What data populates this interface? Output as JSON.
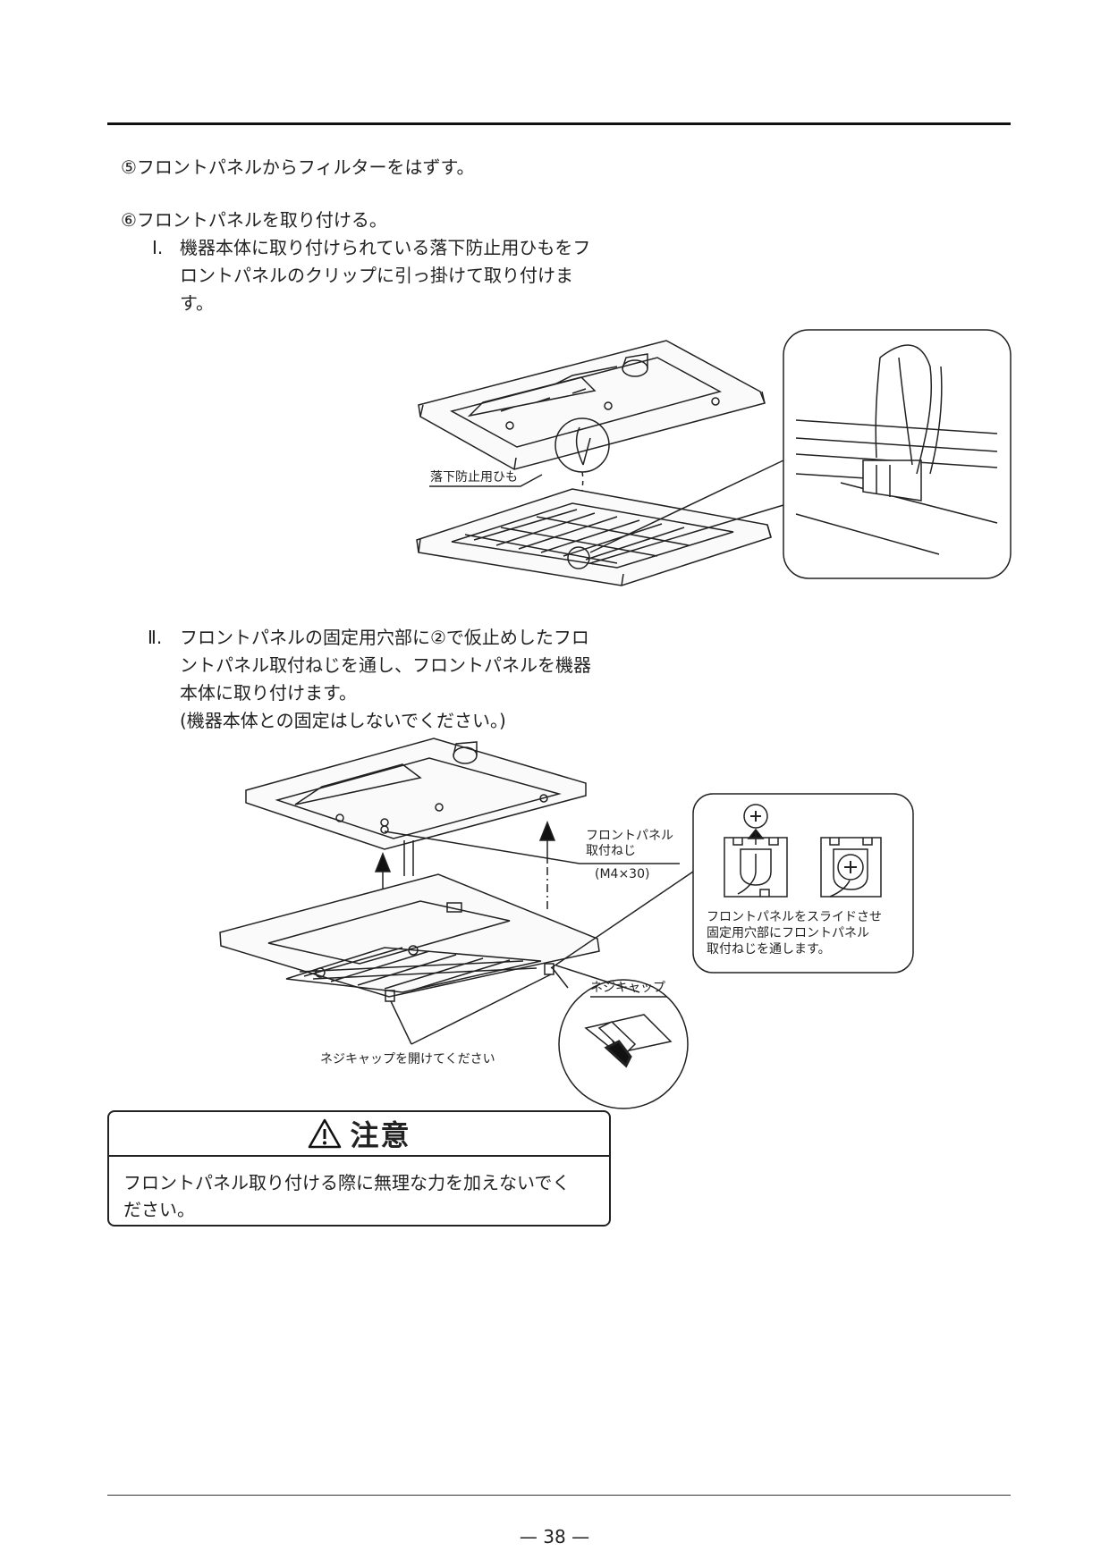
{
  "steps": {
    "step5": "⑤フロントパネルからフィルターをはずす。",
    "step6": "⑥フロントパネルを取り付ける。",
    "sub1": {
      "marker": "Ⅰ.",
      "lines": [
        "機器本体に取り付けられている落下防止用ひもをフ",
        "ロントパネルのクリップに引っ掛けて取り付けま",
        "す。"
      ]
    },
    "sub2": {
      "marker": "Ⅱ.",
      "lines": [
        "フロントパネルの固定用穴部に②で仮止めしたフロ",
        "ントパネル取付ねじを通し、フロントパネルを機器",
        "本体に取り付けます。",
        "(機器本体との固定はしないでください。)"
      ]
    }
  },
  "figure1": {
    "string_label": "落下防止用ひも"
  },
  "figure2": {
    "screw_label": [
      "フロントパネル",
      "取付ねじ"
    ],
    "screw_size": "(M4×30)",
    "slide_note": [
      "フロントパネルをスライドさせ",
      "固定用穴部にフロントパネル",
      "取付ねじを通します。"
    ],
    "cap_label": "ネジキャップ",
    "open_cap_label": "ネジキャップを開けてください"
  },
  "caution": {
    "title": "注意",
    "body": [
      "フロントパネル取り付ける際に無理な力を加えないでく",
      "ださい。"
    ]
  },
  "footer": {
    "page": "— 38 —"
  }
}
